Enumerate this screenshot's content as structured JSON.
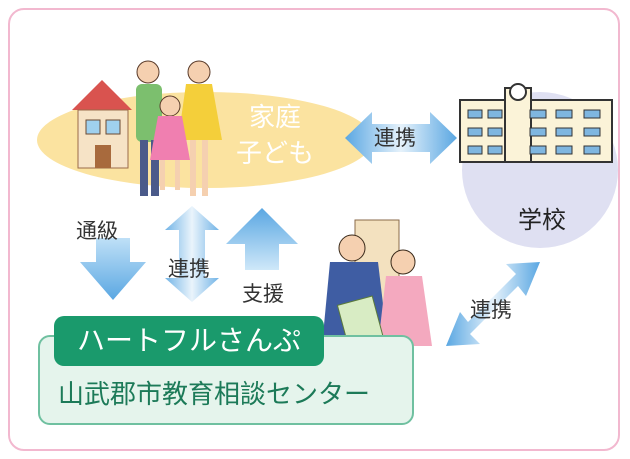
{
  "family": {
    "line1": "家庭",
    "line2": "子ども"
  },
  "school": {
    "label": "学校"
  },
  "arrows": {
    "family_school": "連携",
    "school_center": "連携",
    "transfer": "通級",
    "cooperate": "連携",
    "support": "支援"
  },
  "center": {
    "badge": "ハートフルさんぷ",
    "name": "山武郡市教育相談センター"
  },
  "colors": {
    "frame": "#f2b8cf",
    "family_oval": "#fbe3a0",
    "school_circle": "#dfe0f2",
    "center_fill": "#e5f4ec",
    "badge": "#1a9a6c",
    "arrow_blue": "#7ab7e6"
  }
}
